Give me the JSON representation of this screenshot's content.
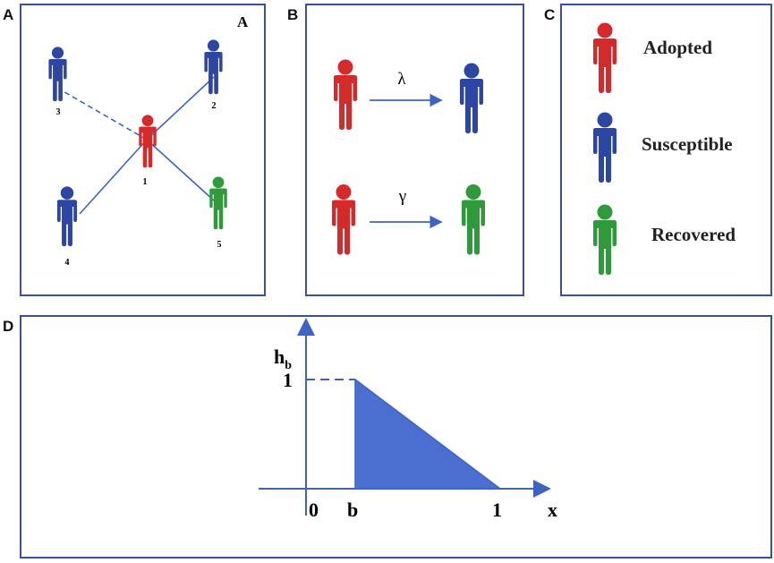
{
  "panel_labels": {
    "a": "A",
    "b": "B",
    "c": "C",
    "d": "D"
  },
  "panel_a": {
    "inner_label": "A",
    "nodes": [
      {
        "id": "1",
        "state": "adopted"
      },
      {
        "id": "2",
        "state": "susceptible"
      },
      {
        "id": "3",
        "state": "susceptible"
      },
      {
        "id": "4",
        "state": "susceptible"
      },
      {
        "id": "5",
        "state": "recovered"
      }
    ]
  },
  "panel_b": {
    "lambda_label": "λ",
    "gamma_label": "γ"
  },
  "panel_c": {
    "adopted": "Adopted",
    "susceptible": "Susceptible",
    "recovered": "Recovered"
  },
  "panel_d": {
    "y_axis_main": "h",
    "y_axis_sub": "b",
    "y_tick_1": "1",
    "x_tick_0": "0",
    "x_tick_b": "b",
    "x_tick_1": "1",
    "x_axis_label": "x"
  },
  "colors": {
    "adopted": "#d42a2a",
    "susceptible": "#2b46a3",
    "recovered": "#2e9a3a",
    "frame": "#3a4fa0",
    "line": "#3f63c3",
    "fill": "#4a6fd0"
  }
}
